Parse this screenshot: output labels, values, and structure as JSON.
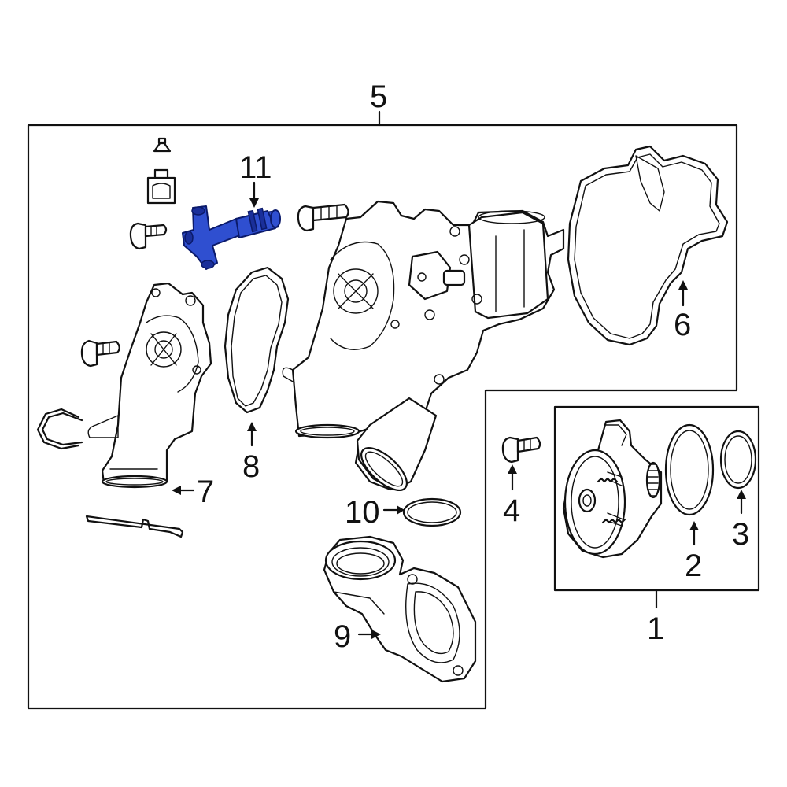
{
  "diagram": {
    "highlight_color": "#2f4fd0",
    "callouts": {
      "c1": "1",
      "c2": "2",
      "c3": "3",
      "c4": "4",
      "c5": "5",
      "c6": "6",
      "c7": "7",
      "c8": "8",
      "c9": "9",
      "c10": "10",
      "c11": "11"
    },
    "icons": [
      "bolt-icon",
      "gasket-icon",
      "water-pump-housing-icon",
      "impeller-icon",
      "o-ring-icon",
      "clip-icon",
      "sensor-icon",
      "grease-symbol-icon"
    ]
  }
}
